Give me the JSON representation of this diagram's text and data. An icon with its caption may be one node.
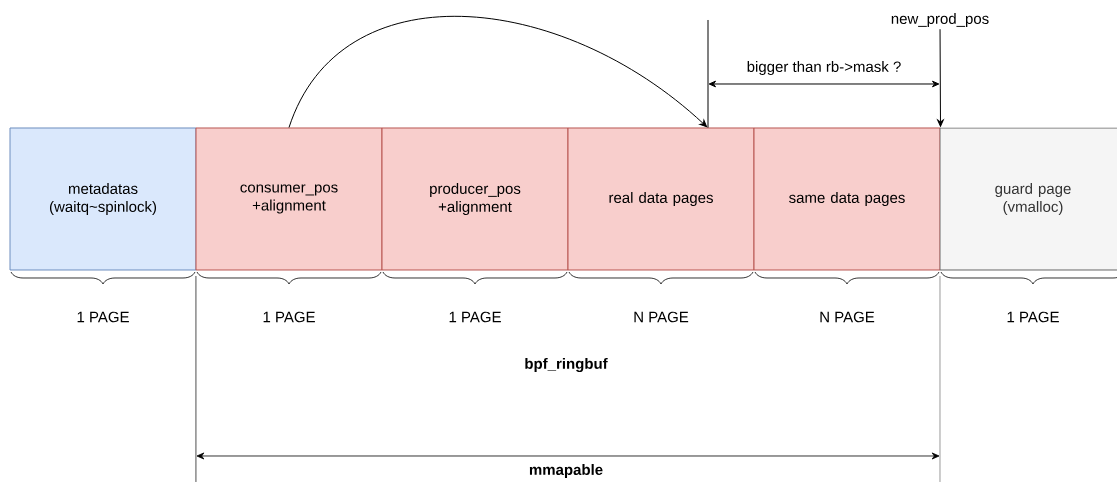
{
  "diagram": {
    "nodes": [
      {
        "text": [
          "metadatas (waitq~spinlock)"
        ],
        "beside": [
          "1 PAGE"
        ]
      },
      {
        "text": [
          "consumer_pos +alignment"
        ],
        "beside": [
          "1 PAGE"
        ]
      },
      {
        "text": [
          "producer_pos +alignment"
        ],
        "beside": [
          "1 PAGE"
        ]
      },
      {
        "text": [
          "real data pages"
        ],
        "beside": [
          "N PAGE"
        ]
      },
      {
        "text": [
          "same data pages"
        ],
        "beside": [
          "N PAGE"
        ]
      },
      {
        "text": [
          "guard page (vmalloc)"
        ],
        "beside": [
          "1 PAGE"
        ]
      },
      {
        "text": [
          "new_prod_pos"
        ]
      }
    ],
    "edges": [
      {
        "from": 1,
        "to": 3,
        "arrow": "to"
      },
      {
        "from": 6,
        "to": 4,
        "arrow": "to"
      }
    ],
    "labels": [
      "bigger than rb->mask ?",
      "bpf_ringbuf",
      "mmapable"
    ]
  }
}
